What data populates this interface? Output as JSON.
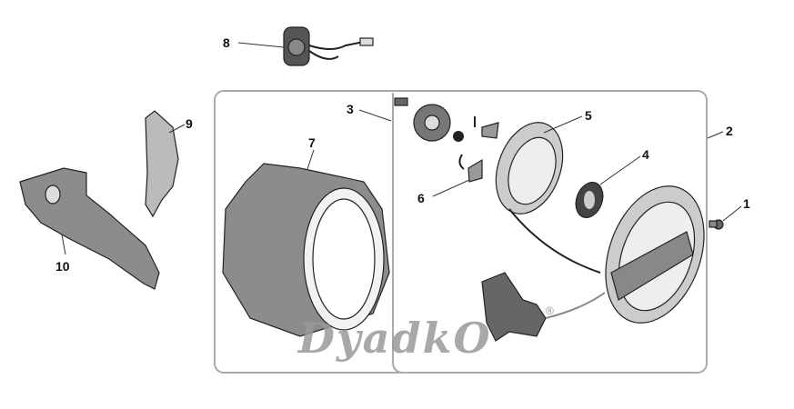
{
  "diagram": {
    "callouts": [
      {
        "id": "1",
        "label": "1"
      },
      {
        "id": "2",
        "label": "2"
      },
      {
        "id": "3",
        "label": "3"
      },
      {
        "id": "4",
        "label": "4"
      },
      {
        "id": "5",
        "label": "5"
      },
      {
        "id": "6",
        "label": "6"
      },
      {
        "id": "7",
        "label": "7"
      },
      {
        "id": "8",
        "label": "8"
      },
      {
        "id": "9",
        "label": "9"
      },
      {
        "id": "10",
        "label": "10"
      }
    ],
    "watermark": {
      "text": "DyadkO",
      "registered": "®"
    }
  },
  "colors": {
    "part_fill": "#8c8c8c",
    "part_light": "#d8d8d8",
    "frame": "#aaaaaa"
  }
}
